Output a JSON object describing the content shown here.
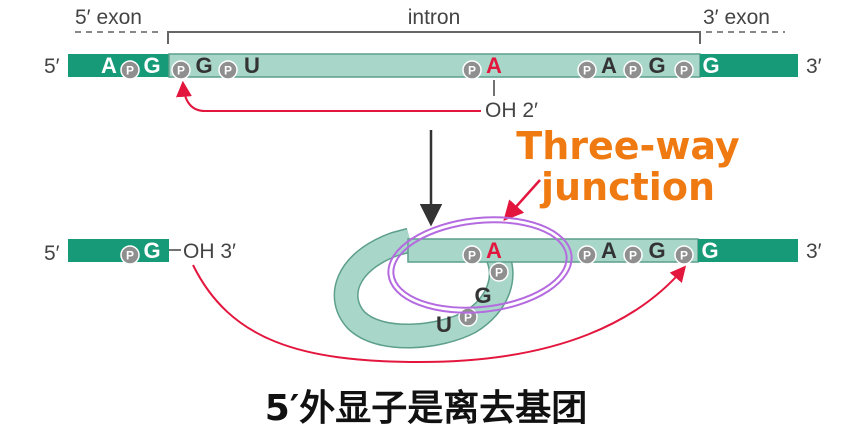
{
  "labels": {
    "exon5_header": "5′ exon",
    "intron_header": "intron",
    "exon3_header": "3′ exon",
    "five_prime_top": "5′",
    "three_prime_top": "3′",
    "five_prime_bottom": "5′",
    "three_prime_bottom": "3′",
    "oh_2": "OH 2′",
    "oh_3": "OH 3′"
  },
  "nucleotides": {
    "top_exon5_a": "A",
    "top_exon5_g": "G",
    "top_intron_g": "G",
    "top_intron_u": "U",
    "top_branch_a": "A",
    "top_3ss_a": "A",
    "top_3ss_g": "G",
    "top_exon3_g": "G",
    "bottom_exon5_g": "G",
    "bottom_branch_a": "A",
    "bottom_lariat_g": "G",
    "bottom_lariat_u": "U",
    "bottom_3ss_a": "A",
    "bottom_3ss_g": "G",
    "bottom_exon3_g": "G"
  },
  "phosphate_symbol": "P",
  "annotation": {
    "line1": "Three-way",
    "line2": "junction"
  },
  "caption": "5′外显子是离去基团",
  "colors": {
    "exon": "#169a77",
    "intron": "#a8d6c8",
    "intron_stroke": "#5d9f8c",
    "phosphate": "#8f8f8f",
    "arrow_red": "#e3173e",
    "annotation_orange": "#f07a12",
    "ring_purple": "#b56be0"
  }
}
